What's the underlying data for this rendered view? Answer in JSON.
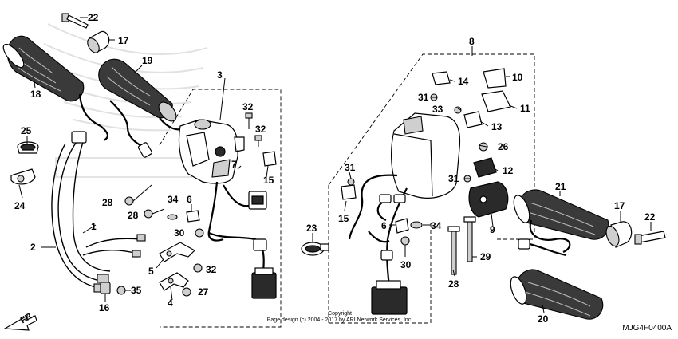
{
  "diagram_code": "MJG4F0400A",
  "copyright_line1": "Copyright",
  "copyright_line2": "Page design (c) 2004 - 2017 by ARI Network Services, Inc.",
  "direction_label": "FR.",
  "callouts": {
    "c1": "1",
    "c2": "2",
    "c3": "3",
    "c4": "4",
    "c5": "5",
    "c6a": "6",
    "c6b": "6",
    "c7": "7",
    "c8": "8",
    "c9": "9",
    "c10": "10",
    "c11": "11",
    "c12": "12",
    "c13": "13",
    "c14": "14",
    "c15a": "15",
    "c15b": "15",
    "c16": "16",
    "c17a": "17",
    "c17b": "17",
    "c18": "18",
    "c19": "19",
    "c20": "20",
    "c21": "21",
    "c22a": "22",
    "c22b": "22",
    "c23": "23",
    "c24": "24",
    "c25": "25",
    "c26": "26",
    "c27": "27",
    "c28a": "28",
    "c28b": "28",
    "c28c": "28",
    "c29": "29",
    "c30a": "30",
    "c30b": "30",
    "c31a": "31",
    "c31b": "31",
    "c31c": "31",
    "c32a": "32",
    "c32b": "32",
    "c32c": "32",
    "c33": "33",
    "c34a": "34",
    "c34b": "34",
    "c35": "35"
  }
}
